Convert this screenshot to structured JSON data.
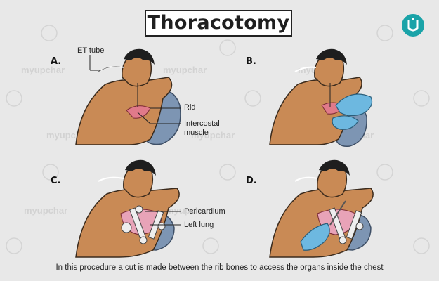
{
  "title": "Thoracotomy",
  "panels": [
    {
      "id": "A",
      "label": "A."
    },
    {
      "id": "B",
      "label": "B."
    },
    {
      "id": "C",
      "label": "C."
    },
    {
      "id": "D",
      "label": "D."
    }
  ],
  "annotations": {
    "et_tube": "ET tube",
    "rid": "Rid",
    "intercostal_line1": "Intercostal",
    "intercostal_line2": "muscle",
    "pericardium": "Pericardium",
    "left_lung": "Left lung"
  },
  "caption": "In this procedure a cut is made between the rib bones to access the organs inside the chest",
  "watermark": "myupchar",
  "colors": {
    "background": "#e8e8e8",
    "skin": "#c98a55",
    "skin_dark": "#a86b3c",
    "hair": "#1e1e1e",
    "cushion": "#7d95b3",
    "incision": "#e07a8a",
    "glove": "#6db8e0",
    "retractor": "#e9e9ea",
    "brand": "#1aa3a8"
  }
}
